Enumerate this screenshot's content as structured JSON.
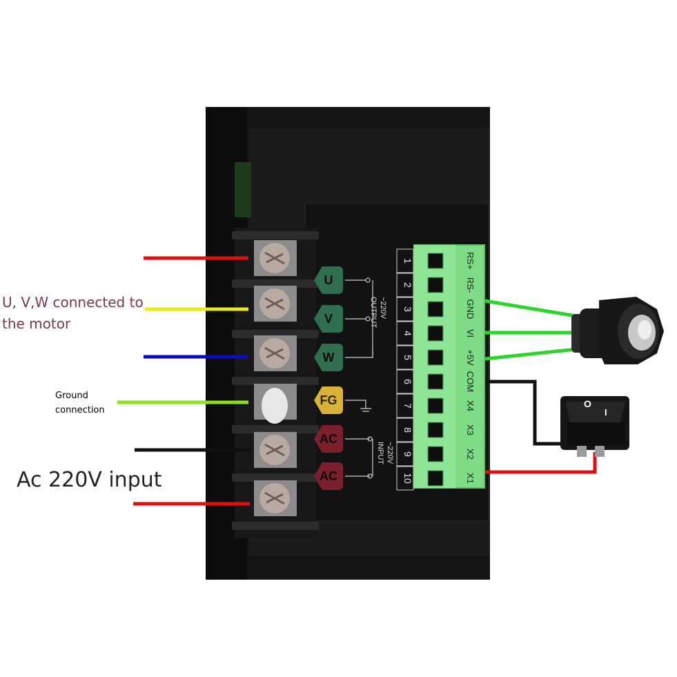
{
  "annotations": {
    "uvw_line1": "U, V,W connected to",
    "uvw_line2": "the motor",
    "ground_line1": "Ground",
    "ground_line2": "connection",
    "ac_input": "Ac 220V input"
  },
  "power_terminals": {
    "badges": [
      {
        "label": "U",
        "color": "#2f6e4e"
      },
      {
        "label": "V",
        "color": "#2f6e4e"
      },
      {
        "label": "W",
        "color": "#2f6e4e"
      },
      {
        "label": "FG",
        "color": "#d9b23a"
      },
      {
        "label": "AC",
        "color": "#7a1f2b"
      },
      {
        "label": "AC",
        "color": "#7a1f2b"
      }
    ],
    "output_label": "OUTPUT",
    "output_voltage": "~220V",
    "input_label": "INPUT",
    "input_voltage": "~220V"
  },
  "signal_terminal": {
    "numbers": [
      "1",
      "2",
      "3",
      "4",
      "5",
      "6",
      "7",
      "8",
      "9",
      "10"
    ],
    "labels": [
      "RS+",
      "RS-",
      "GND",
      "VI",
      "+5V",
      "COM",
      "X4",
      "X3",
      "X2",
      "X1"
    ]
  },
  "wire_colors": {
    "red": "#e01010",
    "yellow": "#ecec10",
    "blue": "#0a0ad0",
    "green_yellow": "#8ee01e",
    "black": "#111111",
    "signal_green": "#2ad62a"
  },
  "switch": {
    "on_mark": "I",
    "off_mark": "O"
  }
}
